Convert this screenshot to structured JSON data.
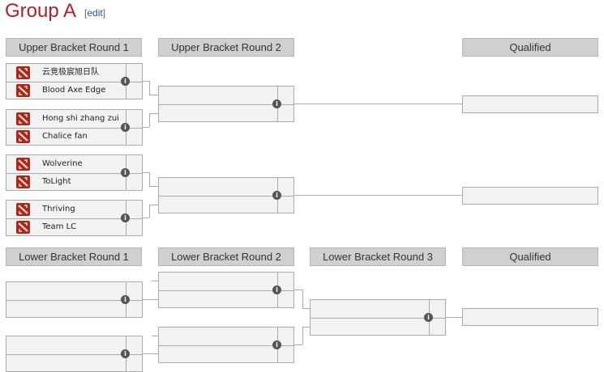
{
  "group": {
    "title": "Group A",
    "edit_open": "[",
    "edit_label": "edit",
    "edit_close": "]"
  },
  "headers": {
    "ub_r1": "Upper Bracket Round 1",
    "ub_r2": "Upper Bracket Round 2",
    "ub_qualified": "Qualified",
    "lb_r1": "Lower Bracket Round 1",
    "lb_r2": "Lower Bracket Round 2",
    "lb_r3": "Lower Bracket Round 3",
    "lb_qualified": "Qualified"
  },
  "upper_round1": [
    {
      "team1": "云竞极宸旭日队",
      "team2": "Blood Axe Edge"
    },
    {
      "team1": "Hong shi zhang zui",
      "team2": "Chalice fan"
    },
    {
      "team1": "Wolverine",
      "team2": "ToLight"
    },
    {
      "team1": "Thriving",
      "team2": "Team LC"
    }
  ],
  "icons": {
    "team_logo": "dota2-logo-icon",
    "match_info": "info-icon",
    "info_glyph": "i"
  },
  "colors": {
    "title": "#b22028",
    "link": "#1f5aa6",
    "header_bg": "#d0d0d0",
    "box_bg": "#f2f2f2",
    "logo": "#a8281c"
  }
}
